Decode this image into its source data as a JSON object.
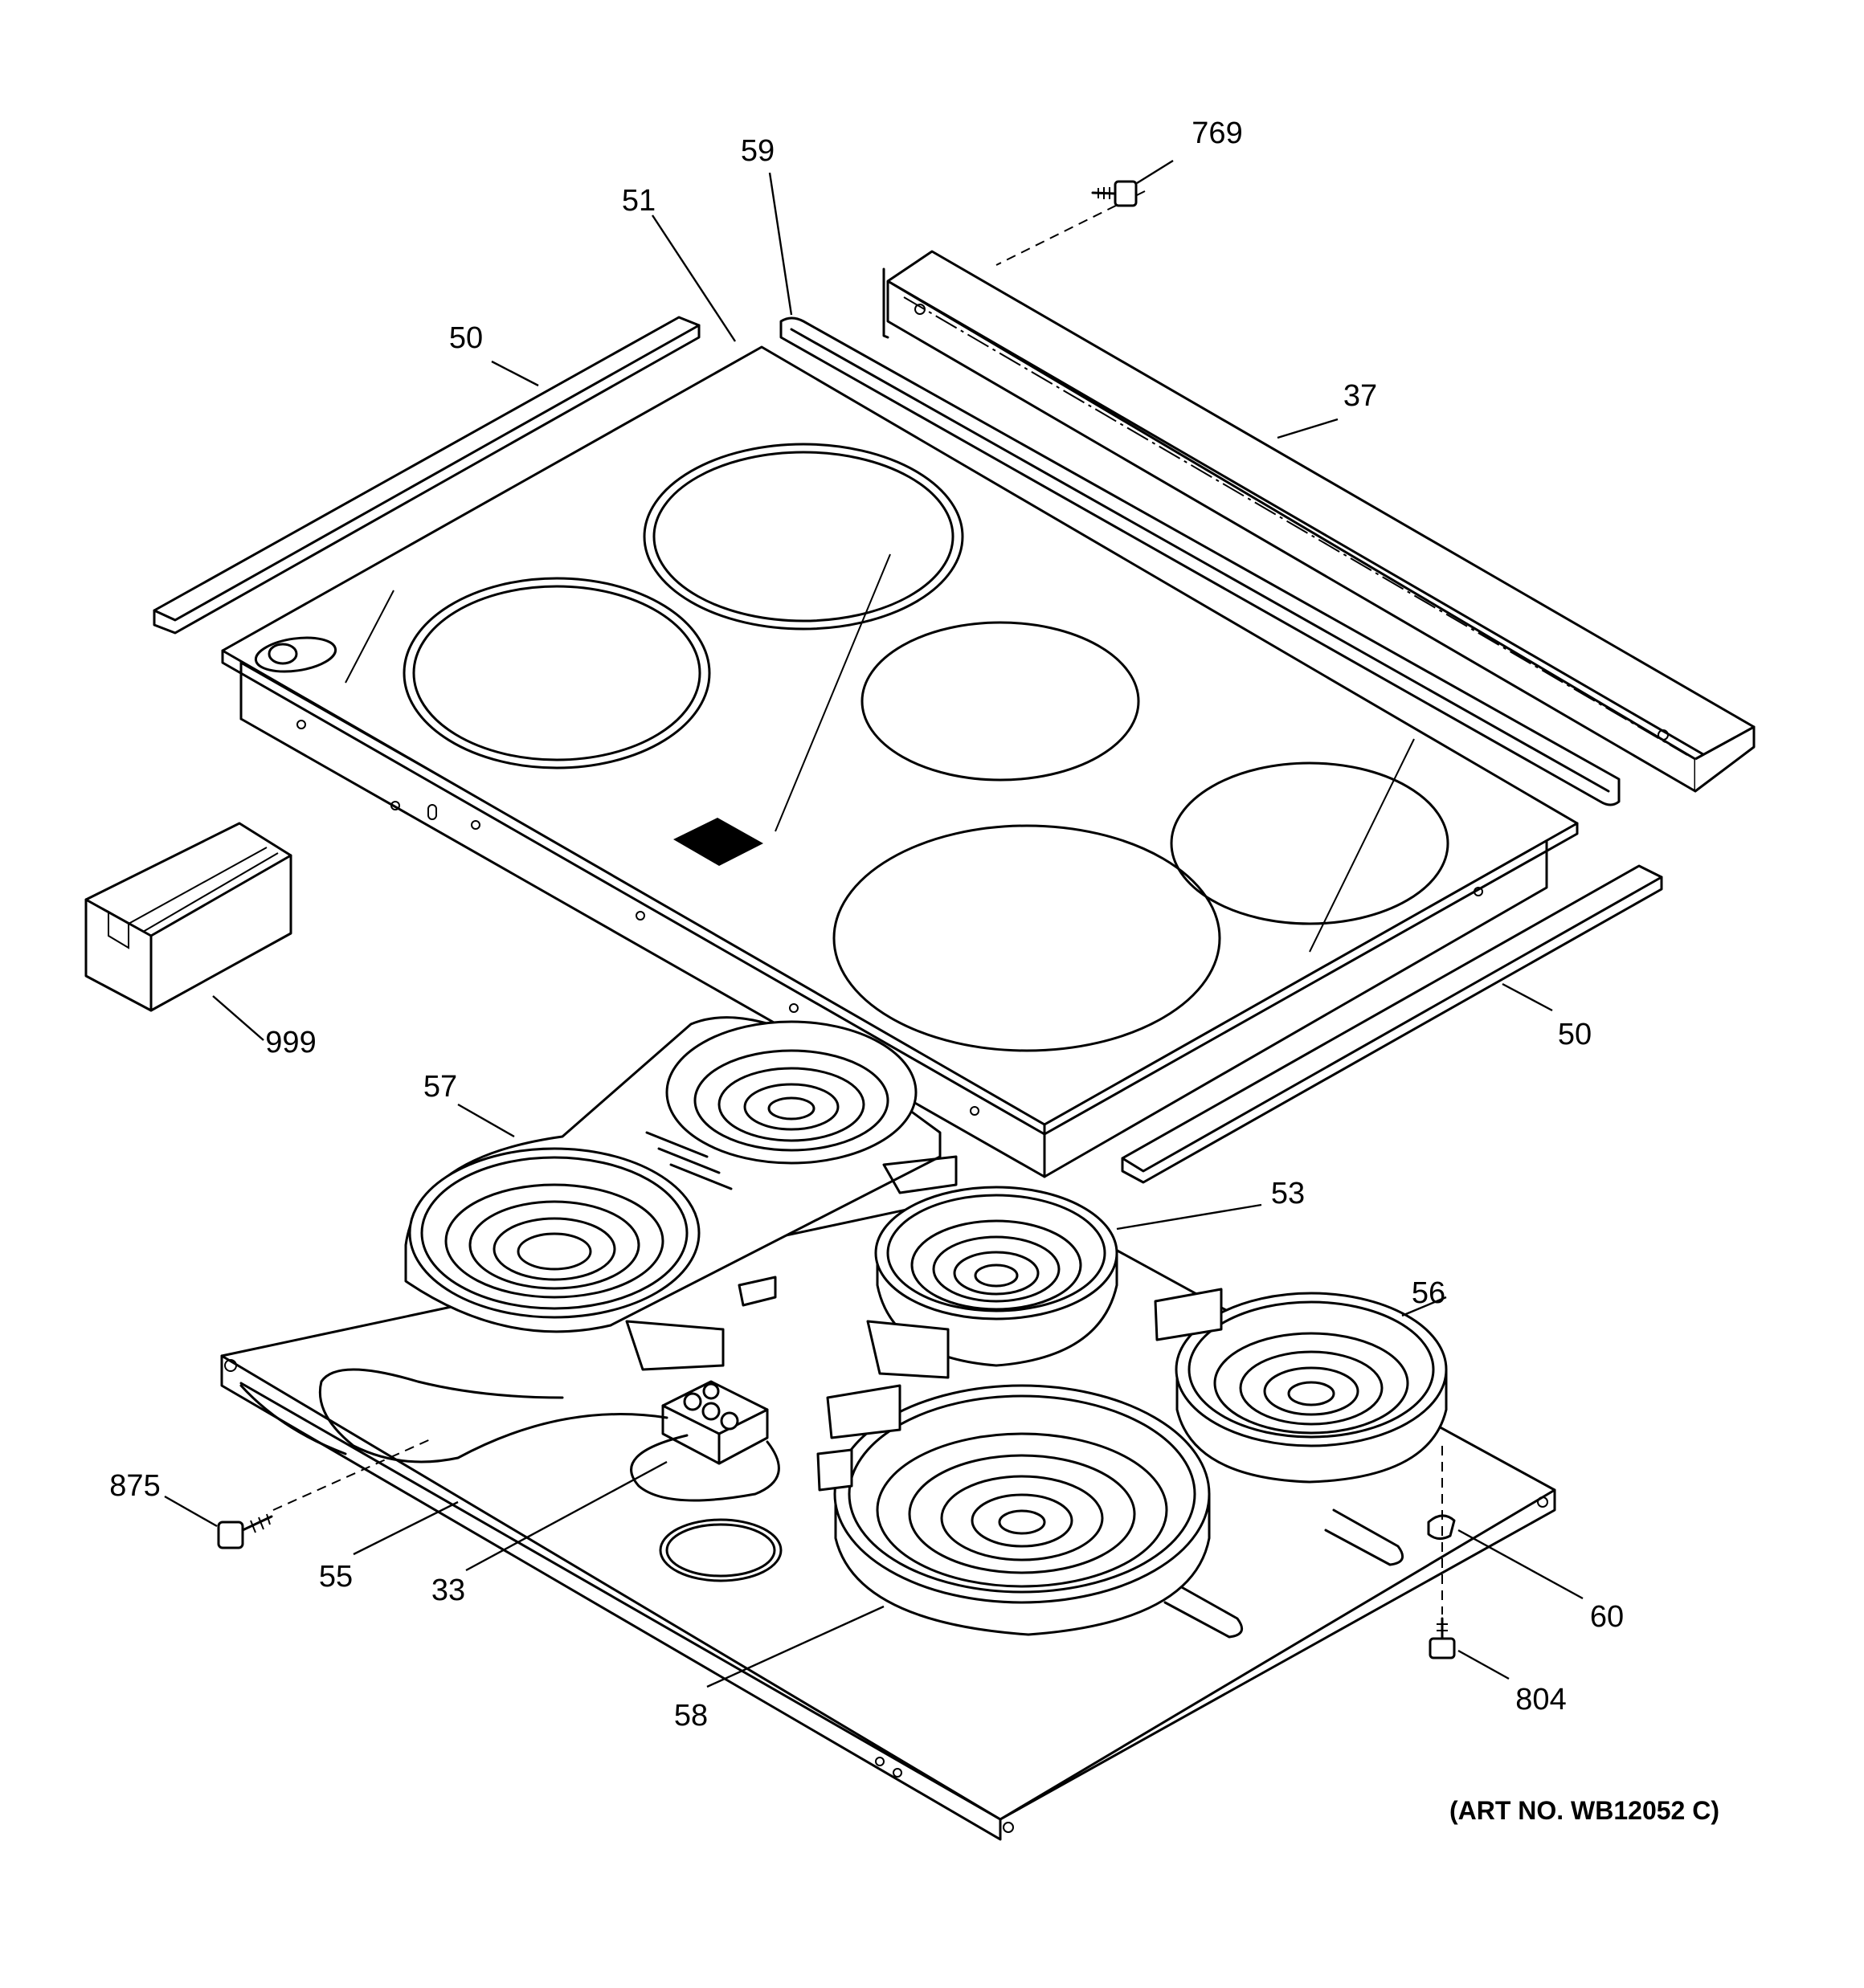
{
  "callouts": {
    "c769": "769",
    "c59": "59",
    "c51": "51",
    "c50_top": "50",
    "c37": "37",
    "c999": "999",
    "c50_right": "50",
    "c57": "57",
    "c53": "53",
    "c56": "56",
    "c875": "875",
    "c55": "55",
    "c33": "33",
    "c60": "60",
    "c804": "804",
    "c58": "58"
  },
  "art_number": "(ART NO. WB12052 C)",
  "colors": {
    "line": "#000000",
    "background": "#ffffff"
  }
}
